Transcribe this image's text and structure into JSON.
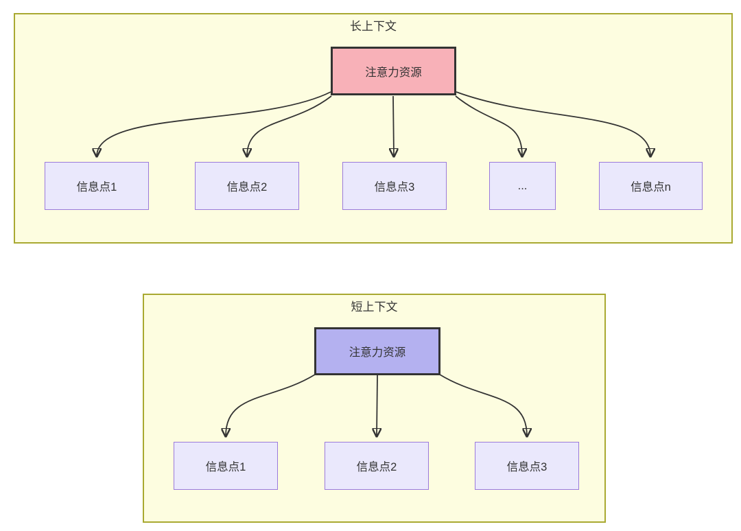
{
  "diagram": {
    "colors": {
      "container_fill": "#fdfde0",
      "container_border": "#a9a931",
      "root_fill_long": "#f8b1b8",
      "root_fill_short": "#b4b1f0",
      "child_fill": "#eae8fc",
      "child_border": "#9a79db",
      "edge": "#333333"
    },
    "sections": [
      {
        "title": "长上下文",
        "root": {
          "label": "注意力资源"
        },
        "children": [
          {
            "label": "信息点1"
          },
          {
            "label": "信息点2"
          },
          {
            "label": "信息点3"
          },
          {
            "label": "..."
          },
          {
            "label": "信息点n"
          }
        ]
      },
      {
        "title": "短上下文",
        "root": {
          "label": "注意力资源"
        },
        "children": [
          {
            "label": "信息点1"
          },
          {
            "label": "信息点2"
          },
          {
            "label": "信息点3"
          }
        ]
      }
    ]
  }
}
